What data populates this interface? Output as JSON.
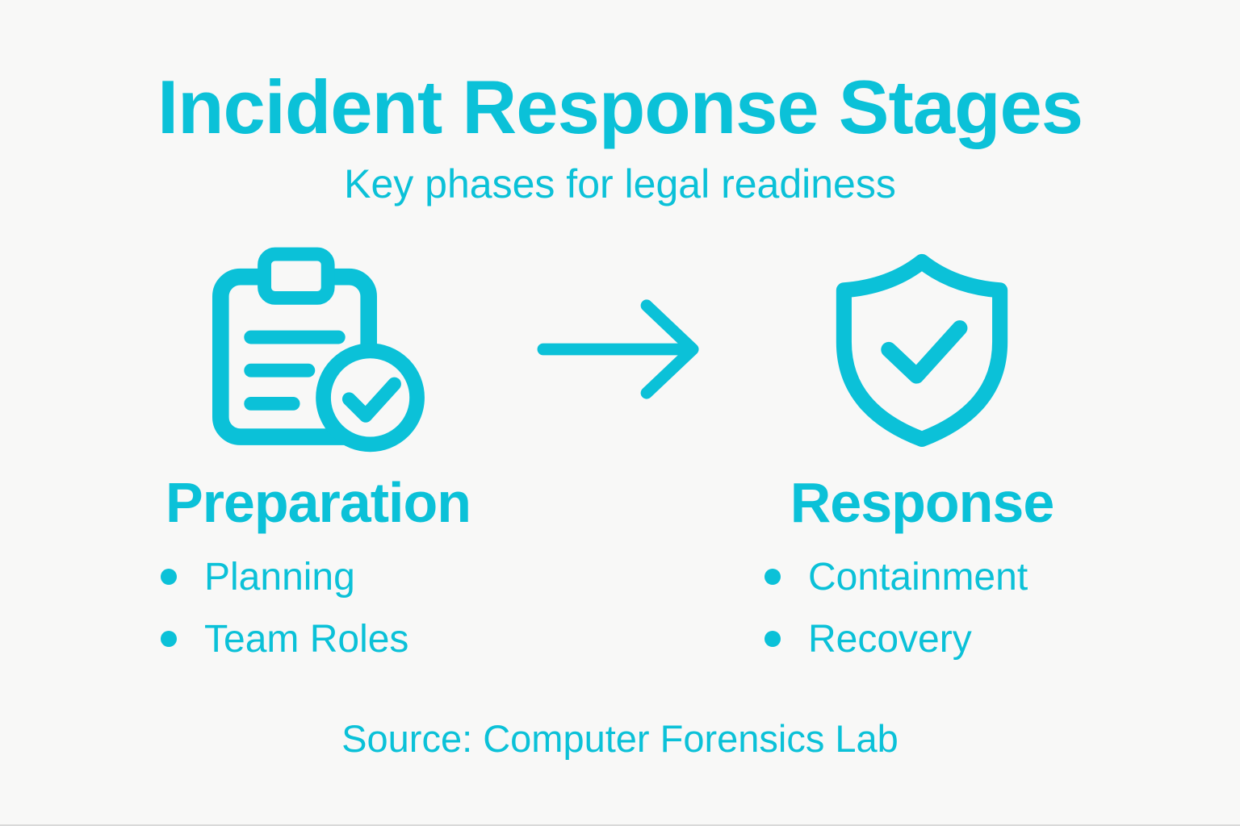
{
  "poster": {
    "title": "Incident Response Stages",
    "subtitle": "Key phases for legal readiness",
    "source": "Source: Computer Forensics Lab"
  },
  "colors": {
    "accent": "#0BC1D8",
    "background": "#F8F8F7"
  },
  "stages": [
    {
      "icon": "clipboard-check-icon",
      "label": "Preparation",
      "items": [
        "Planning",
        "Team Roles"
      ]
    },
    {
      "icon": "shield-check-icon",
      "label": "Response",
      "items": [
        "Containment",
        "Recovery"
      ]
    }
  ],
  "connector": {
    "icon": "arrow-right-icon",
    "direction": "right"
  }
}
